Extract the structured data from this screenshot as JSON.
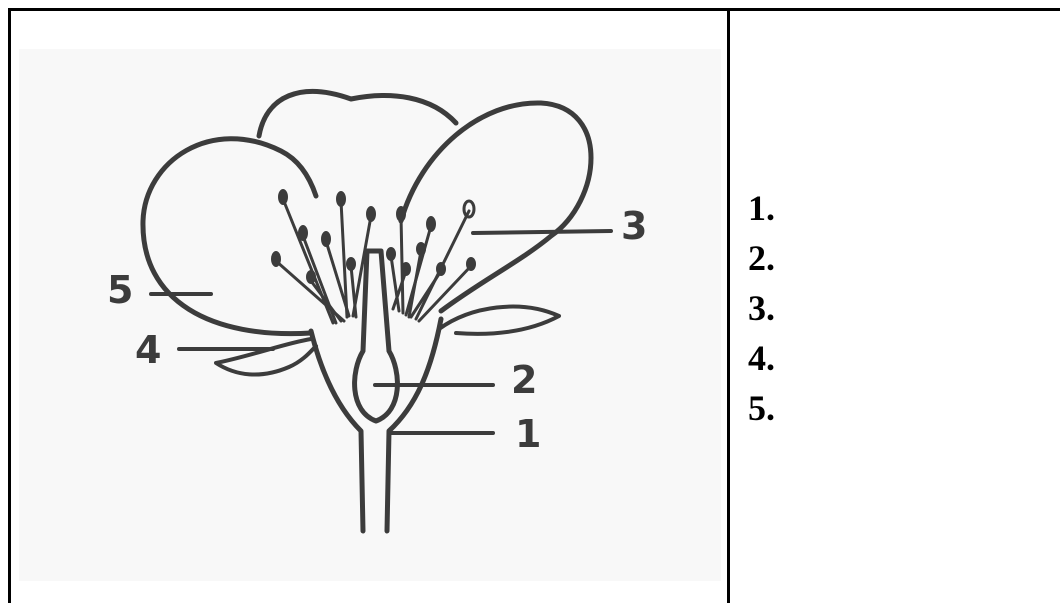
{
  "diagram": {
    "callouts": [
      {
        "id": "1",
        "label": "1"
      },
      {
        "id": "2",
        "label": "2"
      },
      {
        "id": "3",
        "label": "3"
      },
      {
        "id": "4",
        "label": "4"
      },
      {
        "id": "5",
        "label": "5"
      }
    ],
    "ink_color": "#3c3c3c"
  },
  "answers": [
    {
      "number": "1."
    },
    {
      "number": "2."
    },
    {
      "number": "3."
    },
    {
      "number": "4."
    },
    {
      "number": "5."
    }
  ]
}
